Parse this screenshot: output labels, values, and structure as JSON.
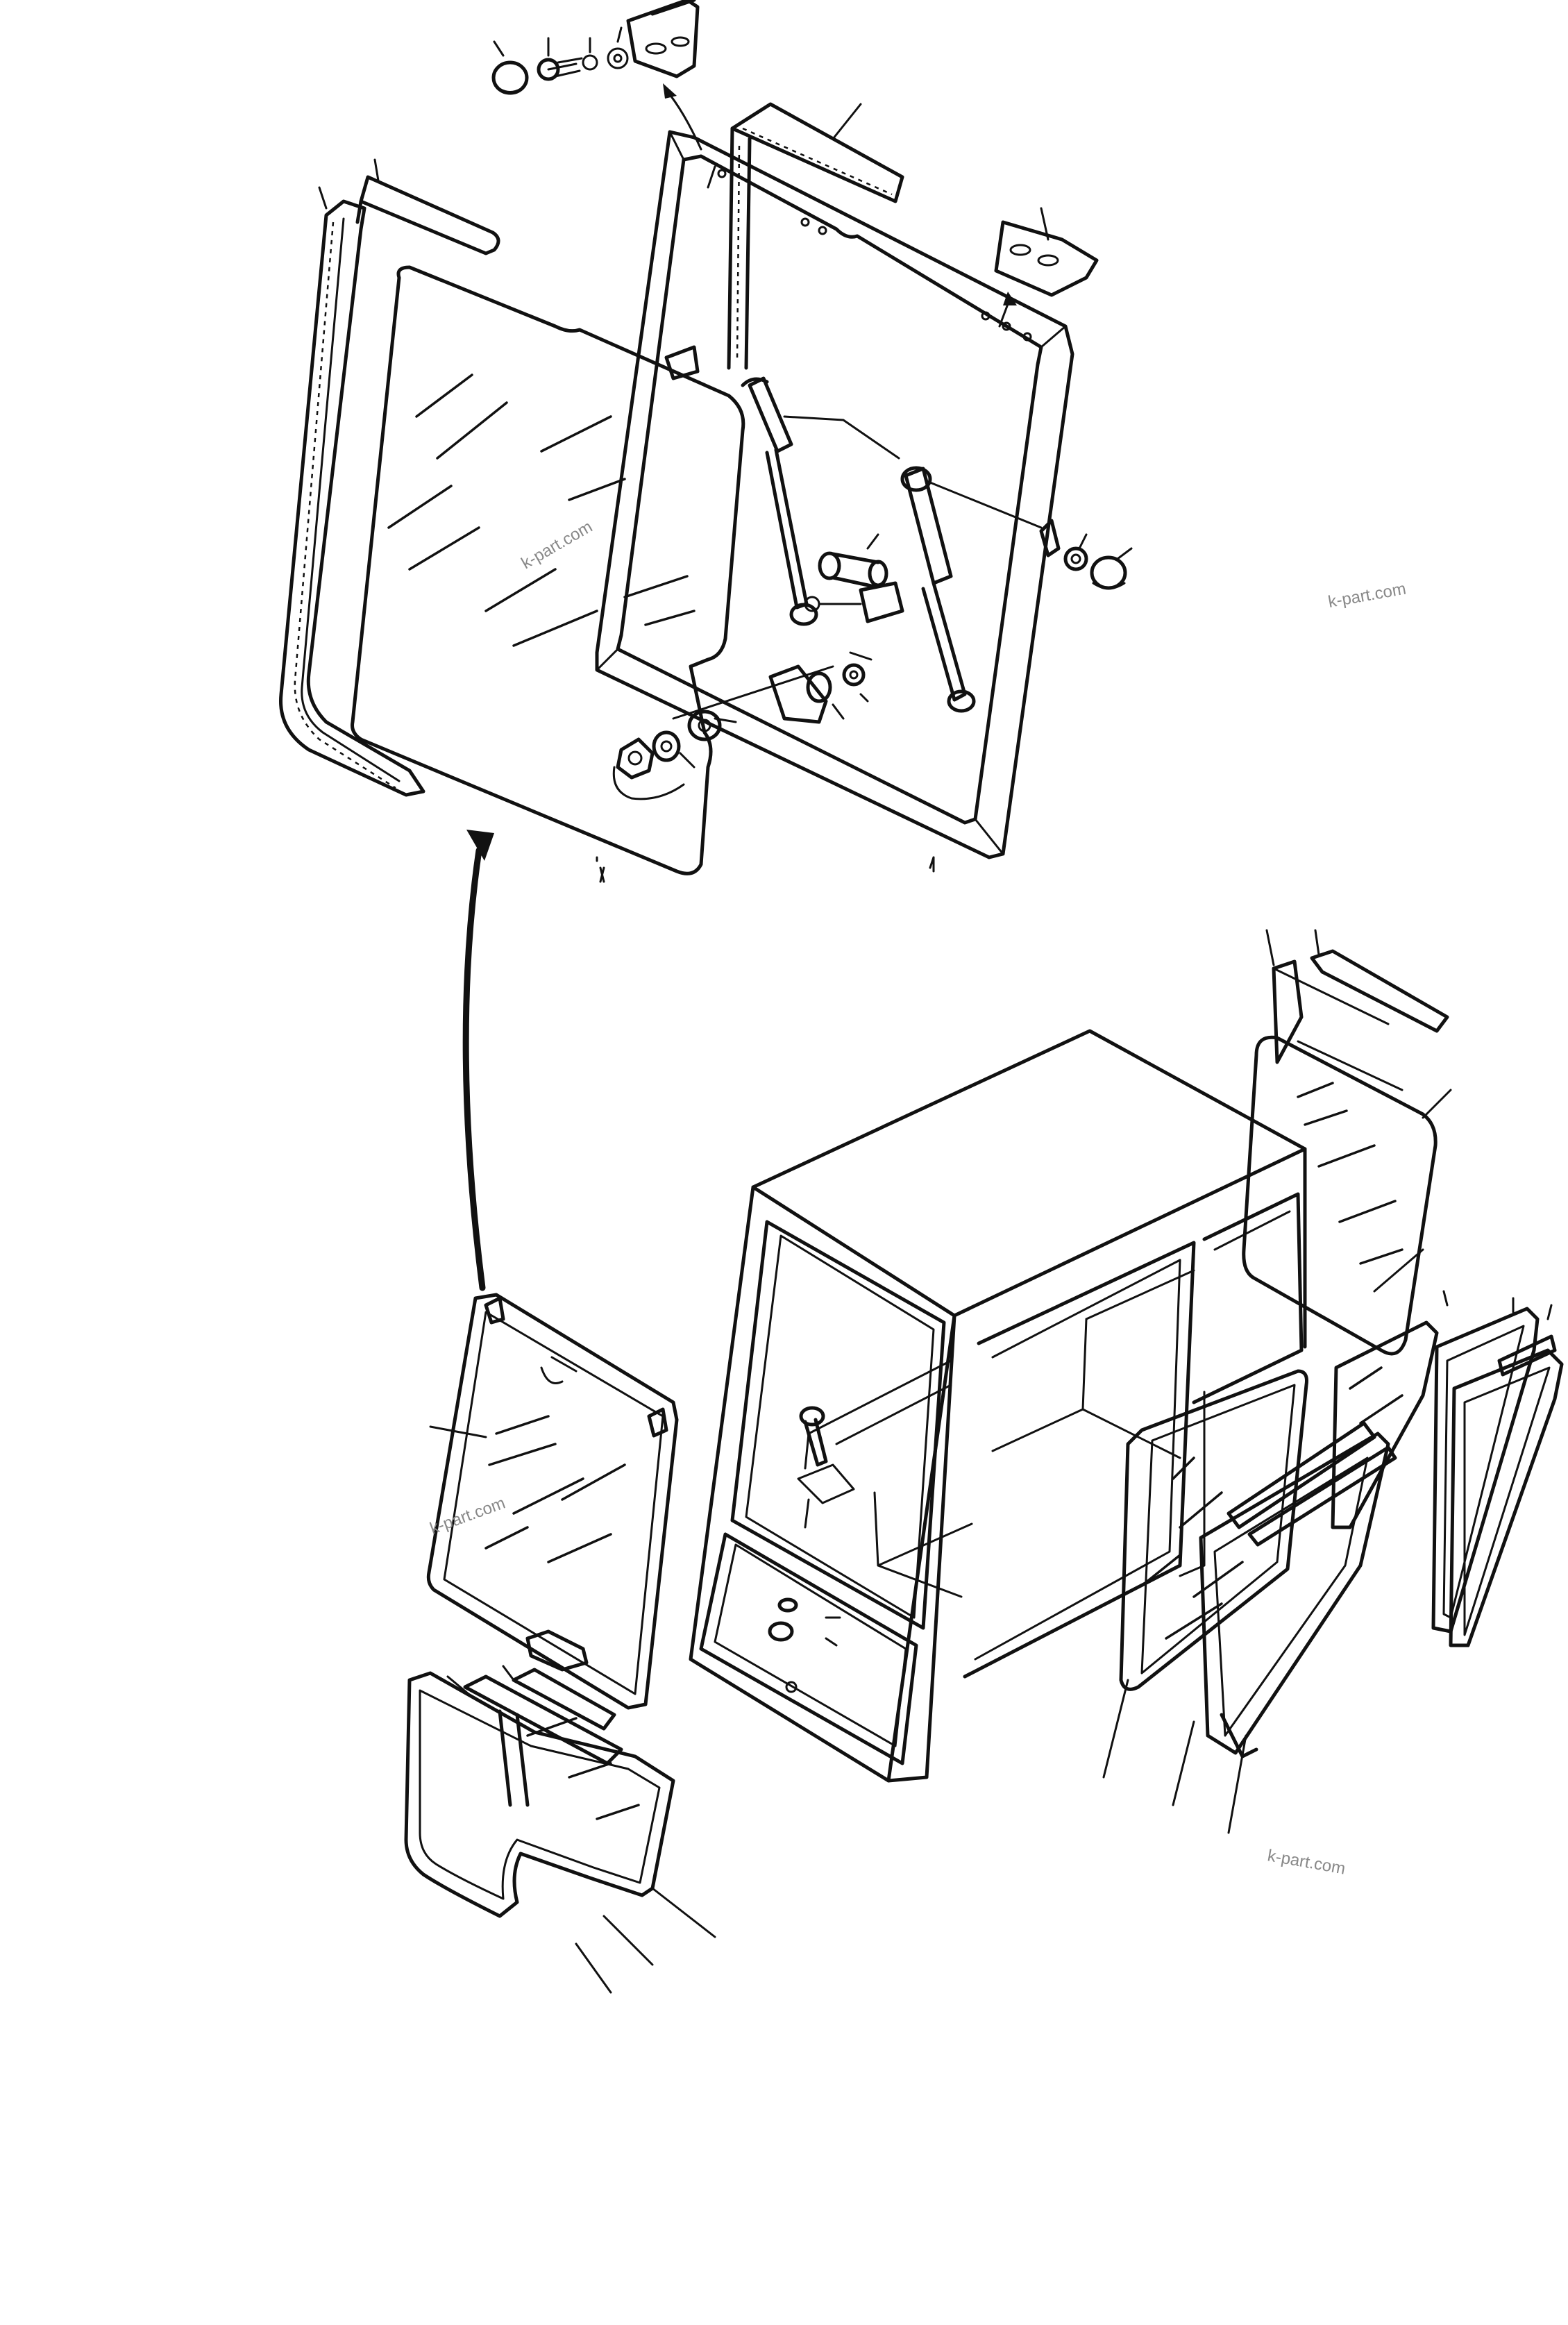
{
  "watermarks": [
    "k-part.com",
    "k-part.com",
    "k-part.com",
    "k-part.com"
  ],
  "colors": {
    "ink": "#111111",
    "paper": "#ffffff",
    "watermark": "#888888"
  }
}
